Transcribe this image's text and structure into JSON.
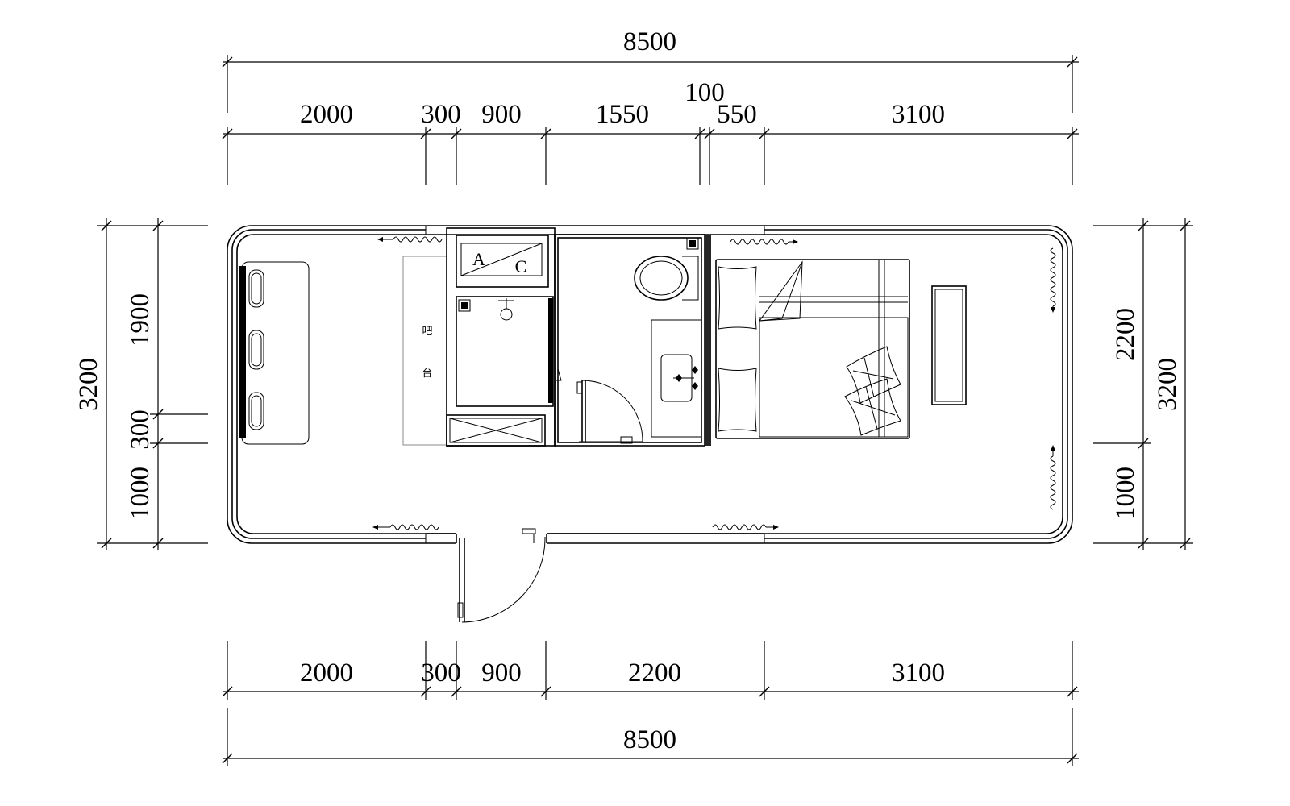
{
  "dimensions": {
    "top_total": "8500",
    "top_small": "100",
    "top_segments": [
      "2000",
      "300",
      "900",
      "1550",
      "550",
      "3100"
    ],
    "bottom_segments": [
      "2000",
      "300",
      "900",
      "2200",
      "3100"
    ],
    "bottom_total": "8500",
    "left_total": "3200",
    "left_segments": [
      "1900",
      "300",
      "1000"
    ],
    "right_total": "3200",
    "right_segments": [
      "2200",
      "1000"
    ]
  },
  "labels": {
    "ac_a": "A",
    "ac_c": "C",
    "bar_char_1": "吧",
    "bar_char_2": "台"
  }
}
